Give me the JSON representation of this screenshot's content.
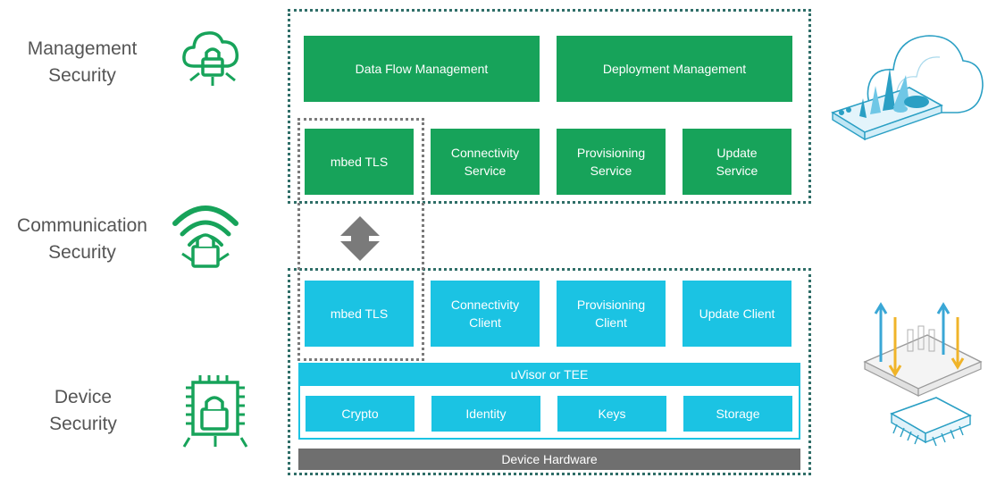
{
  "side_labels": {
    "management": [
      "Management",
      "Security"
    ],
    "communication": [
      "Communication",
      "Security"
    ],
    "device": [
      "Device",
      "Security"
    ]
  },
  "management_row": {
    "data_flow": "Data Flow Management",
    "deployment": "Deployment Management"
  },
  "service_row": {
    "tls": "mbed TLS",
    "connectivity": [
      "Connectivity",
      "Service"
    ],
    "provisioning": [
      "Provisioning",
      "Service"
    ],
    "update": [
      "Update",
      "Service"
    ]
  },
  "client_row": {
    "tls": "mbed TLS",
    "connectivity": [
      "Connectivity",
      "Client"
    ],
    "provisioning": [
      "Provisioning",
      "Client"
    ],
    "update": "Update Client"
  },
  "uvisor": {
    "title": "uVisor or TEE",
    "items": [
      "Crypto",
      "Identity",
      "Keys",
      "Storage"
    ]
  },
  "hardware_label": "Device Hardware",
  "colors": {
    "green": "#17a35a",
    "cyan": "#1bc3e3",
    "hardware_grey": "#6f6f6f",
    "dotted_border": "#2f6e68"
  },
  "icons": [
    "cloud-lock-icon",
    "wifi-lock-icon",
    "chip-lock-icon",
    "cloud-dashboard-illustration",
    "device-board-illustration",
    "bidirectional-arrow-icon"
  ]
}
